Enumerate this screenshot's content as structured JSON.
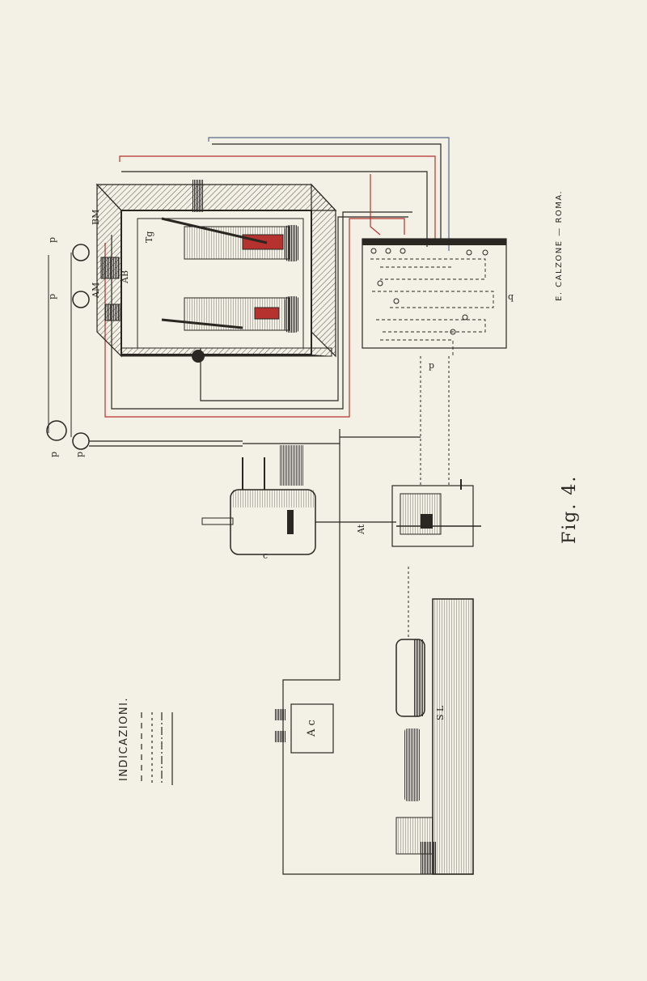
{
  "caption": "Fig. 4.",
  "publisher": "E. CALZONE — ROMA.",
  "legend": {
    "title": "INDICAZIONI."
  },
  "labels": {
    "p_top": "p",
    "p_mid": "p",
    "p_bottom": "p",
    "p2": "p",
    "bm": "BM",
    "am": "AM",
    "ab": "AB",
    "tg": "Tg",
    "ac_box": "A c",
    "at": "At",
    "c": "c",
    "sl": "S L",
    "q": "q",
    "p_ctrl": "p"
  },
  "colors": {
    "ink": "#2a2622",
    "red": "#b5322e",
    "paper": "#f3f0e6",
    "blue": "#5a6a8a"
  }
}
